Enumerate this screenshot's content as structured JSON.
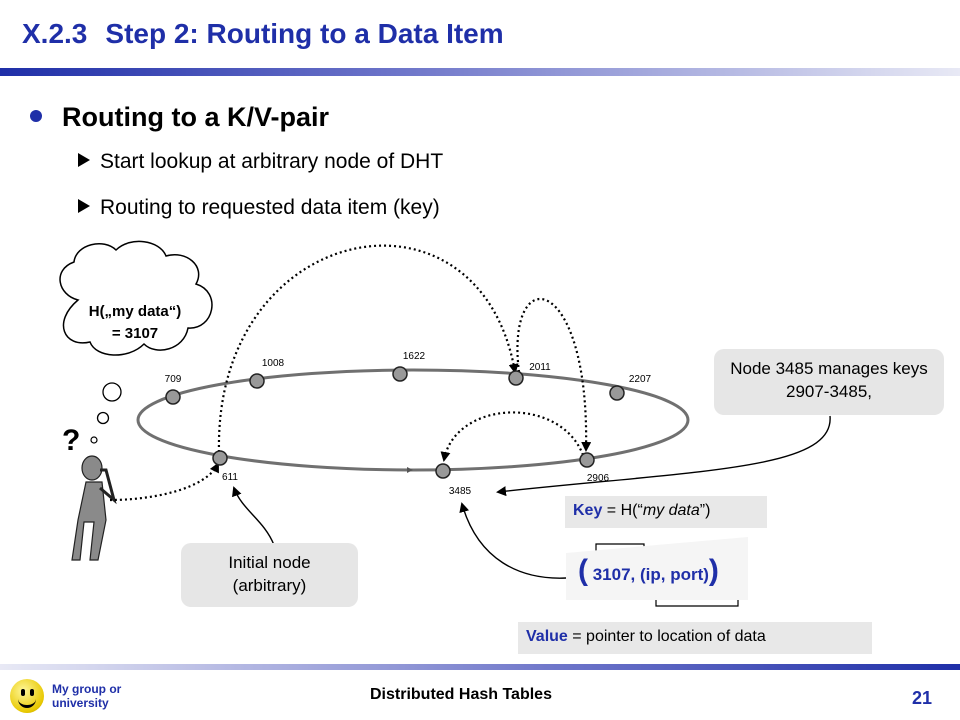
{
  "slide": {
    "section_number": "X.2.3",
    "title": "Step 2: Routing to a Data Item",
    "bullet_main": "Routing to a K/V-pair",
    "sub_bullets": [
      "Start lookup at arbitrary node of DHT",
      "Routing to requested data item (key)"
    ]
  },
  "diagram": {
    "nodes": [
      "709",
      "1008",
      "1622",
      "2011",
      "2207",
      "2906",
      "3485",
      "611"
    ],
    "thought_line1": "H(„my data“)",
    "thought_line2": "= 3107",
    "question_mark": "?",
    "callout_node": "Node 3485 manages keys 2907-3485,",
    "callout_initial": "Initial node (arbitrary)",
    "key_label": "Key",
    "key_rest_prefix": " = H(“",
    "key_italic": "my data",
    "key_rest_suffix": "”)",
    "pair_open": "(",
    "pair_text": " 3107, (ip, port)",
    "pair_close": ")",
    "value_label": "Value",
    "value_rest": " = pointer to location of data",
    "colors": {
      "accent": "#1f2fa8",
      "pair_text": "#1f2fa8",
      "node_fill": "#999999"
    }
  },
  "footer": {
    "org_line1": "My group or",
    "org_line2": "university",
    "center": "Distributed Hash Tables",
    "page": "21"
  }
}
